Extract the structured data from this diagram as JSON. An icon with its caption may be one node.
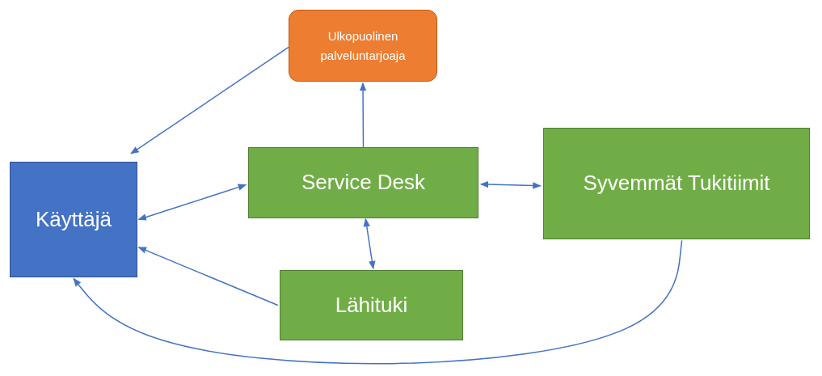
{
  "diagram": {
    "nodes": [
      {
        "text": [
          "Ulkopuolinen palveluntarjoaja"
        ]
      },
      {
        "text": [
          "Käyttäjä"
        ]
      },
      {
        "text": [
          "Service Desk"
        ]
      },
      {
        "text": [
          "Syvemmät Tukitiimit"
        ]
      },
      {
        "text": [
          "Lähituki"
        ]
      }
    ],
    "edges": [
      {
        "from": 0,
        "to": 1,
        "arrow": "to"
      },
      {
        "from": 2,
        "to": 1,
        "arrow": "both"
      },
      {
        "from": 2,
        "to": 0,
        "arrow": "to"
      },
      {
        "from": 2,
        "to": 3,
        "arrow": "both"
      },
      {
        "from": 2,
        "to": 4,
        "arrow": "both"
      },
      {
        "from": 4,
        "to": 1,
        "arrow": "to"
      },
      {
        "from": 3,
        "to": 1,
        "arrow": "to"
      }
    ]
  }
}
